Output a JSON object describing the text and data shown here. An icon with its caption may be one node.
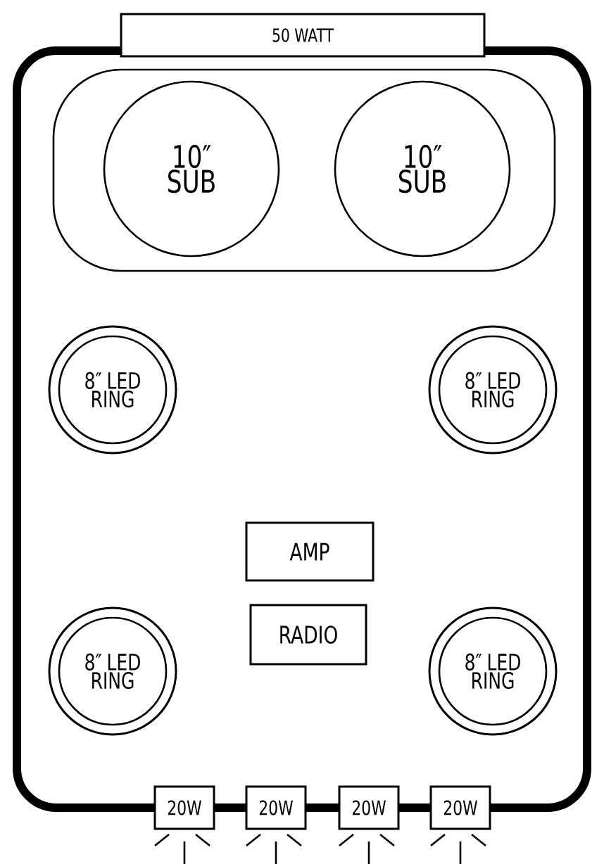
{
  "diagram": {
    "nodes": [
      {
        "text": [
          "50 WATT"
        ]
      },
      {
        "text": [],
        "shape": "box"
      },
      {
        "text": [
          "10″ SUB"
        ],
        "in": 1
      },
      {
        "text": [
          "10″ SUB"
        ],
        "in": 1
      },
      {
        "text": [
          "8″ LED RING"
        ]
      },
      {
        "text": [
          "8″ LED RING"
        ]
      },
      {
        "text": [
          "AMP"
        ]
      },
      {
        "text": [
          "RADIO"
        ]
      },
      {
        "text": [
          "8″ LED RING"
        ]
      },
      {
        "text": [
          "8″ LED RING"
        ]
      },
      {
        "text": [
          "20W"
        ]
      },
      {
        "text": [
          "20W"
        ]
      },
      {
        "text": [
          "20W"
        ]
      },
      {
        "text": [
          "20W"
        ]
      }
    ]
  }
}
